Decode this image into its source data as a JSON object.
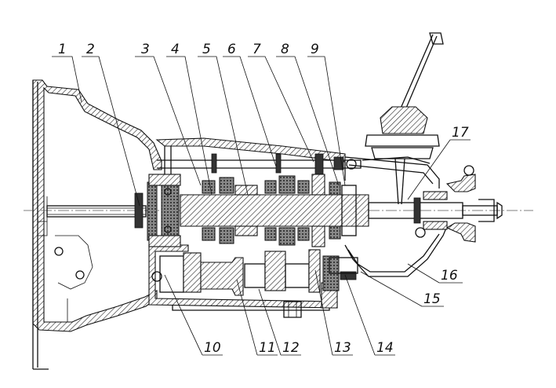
{
  "callouts": {
    "top": [
      {
        "label": "1"
      },
      {
        "label": "2"
      },
      {
        "label": "3"
      },
      {
        "label": "4"
      },
      {
        "label": "5"
      },
      {
        "label": "6"
      },
      {
        "label": "7"
      },
      {
        "label": "8"
      },
      {
        "label": "9"
      }
    ],
    "right": [
      {
        "label": "17"
      },
      {
        "label": "16"
      },
      {
        "label": "15"
      }
    ],
    "bottom": [
      {
        "label": "10"
      },
      {
        "label": "11"
      },
      {
        "label": "12"
      },
      {
        "label": "13"
      },
      {
        "label": "14"
      }
    ]
  }
}
